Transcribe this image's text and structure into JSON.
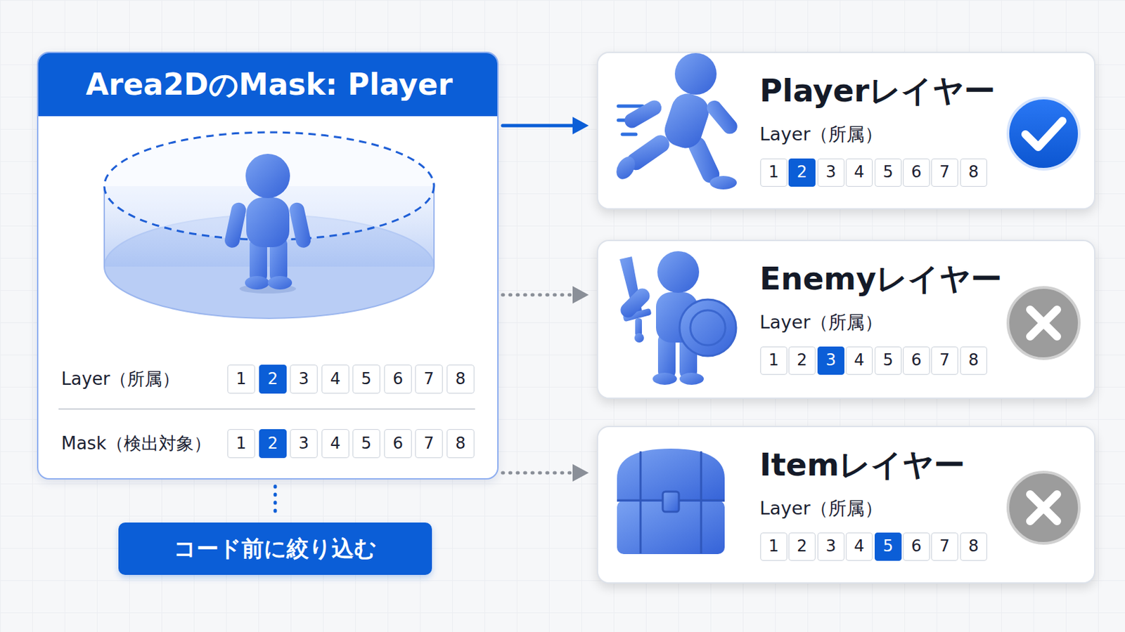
{
  "diagram": {
    "nodes": [
      {
        "text": [
          "Area2DのMask: Player",
          "Layer（所属）",
          "Mask（検出対象）"
        ]
      },
      {
        "text": [
          "コード前に絞り込む"
        ]
      },
      {
        "text": [
          "Playerレイヤー",
          "Layer（所属）"
        ]
      },
      {
        "text": [
          "Enemyレイヤー",
          "Layer（所属）"
        ]
      },
      {
        "text": [
          "Itemレイヤー",
          "Layer（所属）"
        ]
      }
    ],
    "edges": [
      {
        "from": 0,
        "to": 2,
        "arrow": "to"
      },
      {
        "from": 0,
        "to": 3,
        "arrow": "to"
      },
      {
        "from": 0,
        "to": 4,
        "arrow": "to"
      },
      {
        "from": 0,
        "to": 1,
        "arrow": "none"
      }
    ],
    "labels": [
      "1",
      "2",
      "3",
      "4",
      "5",
      "6",
      "7",
      "8",
      "1",
      "2",
      "3",
      "4",
      "5",
      "6",
      "7",
      "8",
      "1",
      "2",
      "3",
      "4",
      "5",
      "6",
      "7",
      "8",
      "1",
      "2",
      "3",
      "4",
      "5",
      "6",
      "7",
      "8",
      "1",
      "2",
      "3",
      "4",
      "5",
      "6",
      "7",
      "8"
    ]
  }
}
